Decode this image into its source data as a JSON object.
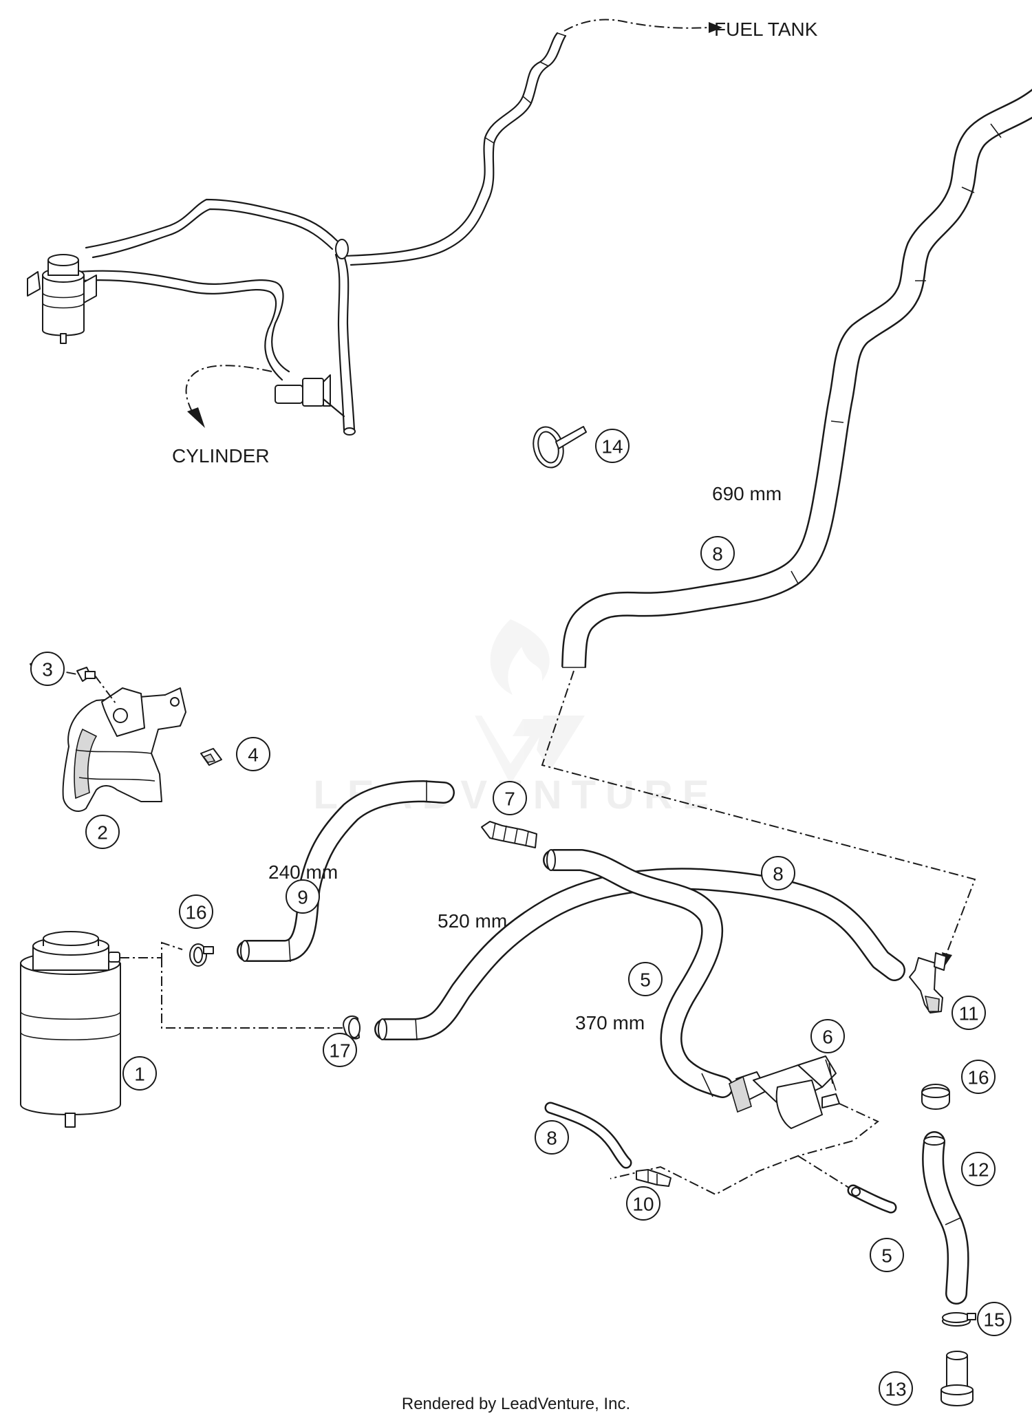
{
  "labels": {
    "fuel_tank": "FUEL TANK",
    "cylinder": "CYLINDER",
    "len_690": "690 mm",
    "len_240": "240 mm",
    "len_520": "520 mm",
    "len_370": "370 mm"
  },
  "callouts": [
    "1",
    "2",
    "3",
    "4",
    "5",
    "5",
    "6",
    "7",
    "8",
    "8",
    "8",
    "9",
    "10",
    "11",
    "12",
    "13",
    "14",
    "15",
    "16",
    "16",
    "17"
  ],
  "watermark": "LEADVENTURE",
  "footer": "Rendered by LeadVenture, Inc."
}
